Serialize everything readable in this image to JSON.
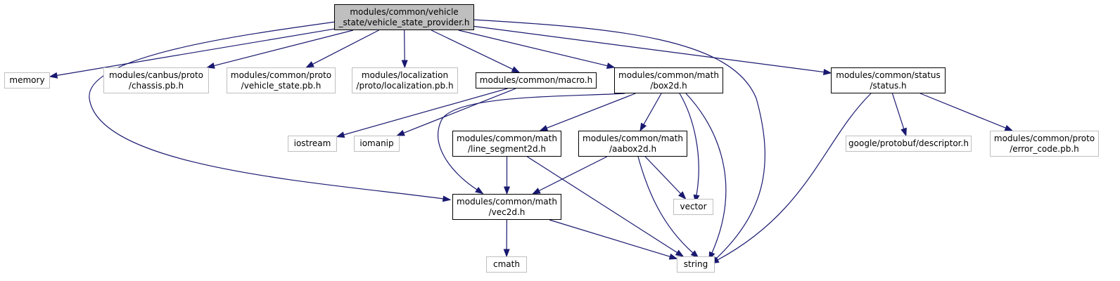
{
  "colors": {
    "edge": "#191970",
    "internal_border": "#000000",
    "external_border": "#bfbfbf",
    "root_fill": "#bfbfbf"
  },
  "nodes": {
    "root": {
      "lines": [
        "modules/common/vehicle",
        "_state/vehicle_state_provider.h"
      ],
      "kind": "root"
    },
    "memory": {
      "lines": [
        "memory"
      ],
      "kind": "external"
    },
    "chassis": {
      "lines": [
        "modules/canbus/proto",
        "/chassis.pb.h"
      ],
      "kind": "external"
    },
    "vehicle_state_pb": {
      "lines": [
        "modules/common/proto",
        "/vehicle_state.pb.h"
      ],
      "kind": "external"
    },
    "localization": {
      "lines": [
        "modules/localization",
        "/proto/localization.pb.h"
      ],
      "kind": "external"
    },
    "macro": {
      "lines": [
        "modules/common/macro.h"
      ],
      "kind": "internal"
    },
    "box2d": {
      "lines": [
        "modules/common/math",
        "/box2d.h"
      ],
      "kind": "internal"
    },
    "status": {
      "lines": [
        "modules/common/status",
        "/status.h"
      ],
      "kind": "internal"
    },
    "iostream": {
      "lines": [
        "iostream"
      ],
      "kind": "external"
    },
    "iomanip": {
      "lines": [
        "iomanip"
      ],
      "kind": "external"
    },
    "line_segment2d": {
      "lines": [
        "modules/common/math",
        "/line_segment2d.h"
      ],
      "kind": "internal"
    },
    "aabox2d": {
      "lines": [
        "modules/common/math",
        "/aabox2d.h"
      ],
      "kind": "internal"
    },
    "descriptor": {
      "lines": [
        "google/protobuf/descriptor.h"
      ],
      "kind": "external"
    },
    "error_code": {
      "lines": [
        "modules/common/proto",
        "/error_code.pb.h"
      ],
      "kind": "external"
    },
    "vec2d": {
      "lines": [
        "modules/common/math",
        "/vec2d.h"
      ],
      "kind": "internal"
    },
    "vector": {
      "lines": [
        "vector"
      ],
      "kind": "external"
    },
    "cmath": {
      "lines": [
        "cmath"
      ],
      "kind": "external"
    },
    "string": {
      "lines": [
        "string"
      ],
      "kind": "external"
    }
  },
  "edges": [
    [
      "root",
      "memory"
    ],
    [
      "root",
      "chassis"
    ],
    [
      "root",
      "vehicle_state_pb"
    ],
    [
      "root",
      "localization"
    ],
    [
      "root",
      "macro"
    ],
    [
      "root",
      "box2d"
    ],
    [
      "root",
      "status"
    ],
    [
      "root",
      "vec2d"
    ],
    [
      "root",
      "string"
    ],
    [
      "macro",
      "iostream"
    ],
    [
      "macro",
      "iomanip"
    ],
    [
      "box2d",
      "line_segment2d"
    ],
    [
      "box2d",
      "aabox2d"
    ],
    [
      "box2d",
      "vec2d"
    ],
    [
      "box2d",
      "vector"
    ],
    [
      "box2d",
      "string"
    ],
    [
      "status",
      "descriptor"
    ],
    [
      "status",
      "error_code"
    ],
    [
      "status",
      "string"
    ],
    [
      "line_segment2d",
      "vec2d"
    ],
    [
      "line_segment2d",
      "string"
    ],
    [
      "aabox2d",
      "vec2d"
    ],
    [
      "aabox2d",
      "vector"
    ],
    [
      "aabox2d",
      "string"
    ],
    [
      "vec2d",
      "cmath"
    ],
    [
      "vec2d",
      "string"
    ]
  ]
}
